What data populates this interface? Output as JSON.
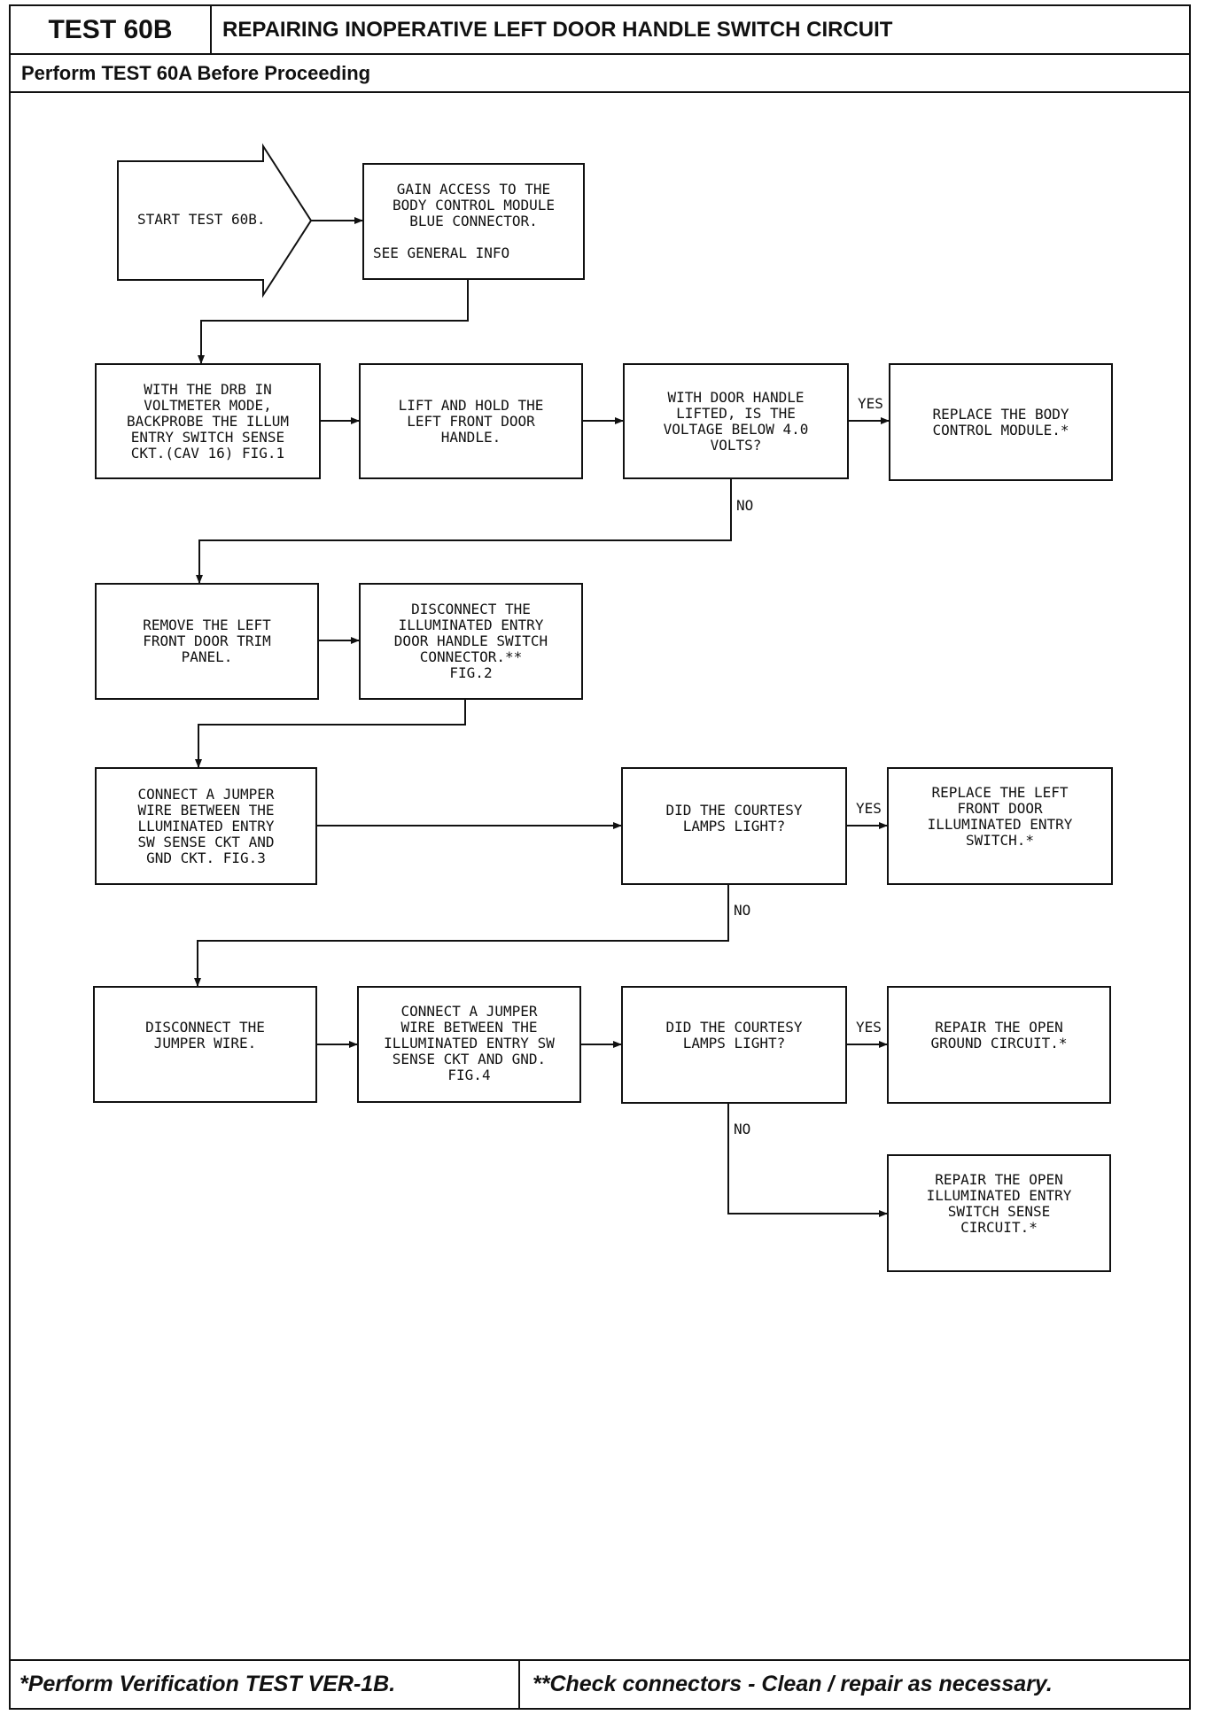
{
  "header": {
    "test_id": "TEST 60B",
    "title": "REPAIRING INOPERATIVE LEFT DOOR HANDLE SWITCH CIRCUIT",
    "subtitle": "Perform TEST 60A Before Proceeding"
  },
  "footer": {
    "left": "*Perform Verification TEST VER-1B.",
    "right": "**Check connectors - Clean / repair as necessary."
  },
  "flow": {
    "start": "START TEST 60B.",
    "gain_access": [
      "GAIN ACCESS TO THE",
      "BODY CONTROL MODULE",
      "BLUE CONNECTOR.",
      "",
      "SEE GENERAL INFO"
    ],
    "drb_voltmeter": [
      "WITH THE DRB IN",
      "VOLTMETER MODE,",
      "BACKPROBE THE ILLUM",
      "ENTRY SWITCH SENSE",
      "CKT.(CAV 16) FIG.1"
    ],
    "lift_hold": [
      "LIFT AND HOLD THE",
      "LEFT FRONT DOOR",
      "HANDLE."
    ],
    "voltage_question": [
      "WITH DOOR HANDLE",
      "LIFTED, IS THE",
      "VOLTAGE BELOW 4.0",
      "VOLTS?"
    ],
    "replace_bcm": [
      "REPLACE THE BODY",
      "CONTROL MODULE.*"
    ],
    "remove_trim": [
      "REMOVE THE LEFT",
      "FRONT DOOR TRIM",
      "PANEL."
    ],
    "disconnect_switch": [
      "DISCONNECT THE",
      "ILLUMINATED ENTRY",
      "DOOR HANDLE SWITCH",
      "CONNECTOR.**",
      "FIG.2"
    ],
    "connect_jumper_1": [
      "CONNECT A JUMPER",
      "WIRE BETWEEN THE",
      "LLUMINATED ENTRY",
      "SW SENSE CKT AND",
      "GND CKT. FIG.3"
    ],
    "courtesy_question_1": [
      "DID THE COURTESY",
      "LAMPS LIGHT?"
    ],
    "replace_switch": [
      "REPLACE THE LEFT",
      "FRONT DOOR",
      "ILLUMINATED ENTRY",
      "SWITCH.*"
    ],
    "disconnect_jumper": [
      "DISCONNECT THE",
      "JUMPER WIRE."
    ],
    "connect_jumper_2": [
      "CONNECT A JUMPER",
      "WIRE BETWEEN THE",
      "ILLUMINATED ENTRY SW",
      "SENSE CKT AND GND.",
      "FIG.4"
    ],
    "courtesy_question_2": [
      "DID THE COURTESY",
      "LAMPS LIGHT?"
    ],
    "repair_ground": [
      "REPAIR THE OPEN",
      "GROUND CIRCUIT.*"
    ],
    "repair_sense": [
      "REPAIR THE OPEN",
      "ILLUMINATED ENTRY",
      "SWITCH SENSE",
      "CIRCUIT.*"
    ],
    "yes_label": "YES",
    "no_label": "NO"
  }
}
